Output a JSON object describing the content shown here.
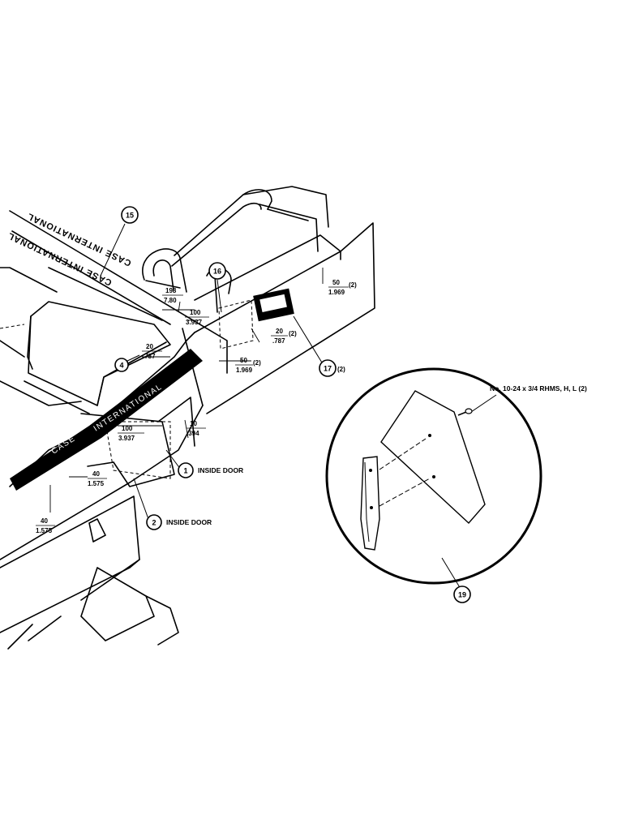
{
  "callouts": [
    {
      "num": "15",
      "note": ""
    },
    {
      "num": "16",
      "note": ""
    },
    {
      "num": "4",
      "note": ""
    },
    {
      "num": "1",
      "note": "INSIDE DOOR"
    },
    {
      "num": "2",
      "note": "INSIDE DOOR"
    },
    {
      "num": "17",
      "note": "(2)"
    },
    {
      "num": "19",
      "note": ""
    }
  ],
  "dimensions": [
    {
      "top": "198",
      "bottom": "7.80",
      "qty": ""
    },
    {
      "top": "100",
      "bottom": "3.937",
      "qty": ""
    },
    {
      "top": "20",
      "bottom": ".787",
      "qty": ""
    },
    {
      "top": "100",
      "bottom": "3.937",
      "qty": ""
    },
    {
      "top": "10",
      "bottom": ".394",
      "qty": ""
    },
    {
      "top": "40",
      "bottom": "1.575",
      "qty": ""
    },
    {
      "top": "40",
      "bottom": "1.575",
      "qty": ""
    },
    {
      "top": "50",
      "bottom": "1.969",
      "qty": "(2)"
    },
    {
      "top": "20",
      "bottom": ".787",
      "qty": "(2)"
    },
    {
      "top": "50",
      "bottom": "1.969",
      "qty": "(2)"
    }
  ],
  "decals": {
    "upper": "CASE INTERNATIONAL",
    "lower": "CASE INTERNATIONAL",
    "stripe_case": "CASE",
    "stripe_international": "INTERNATIONAL"
  },
  "hardware_note": "No. 10-24 x 3/4 RHMS, H, L (2)"
}
